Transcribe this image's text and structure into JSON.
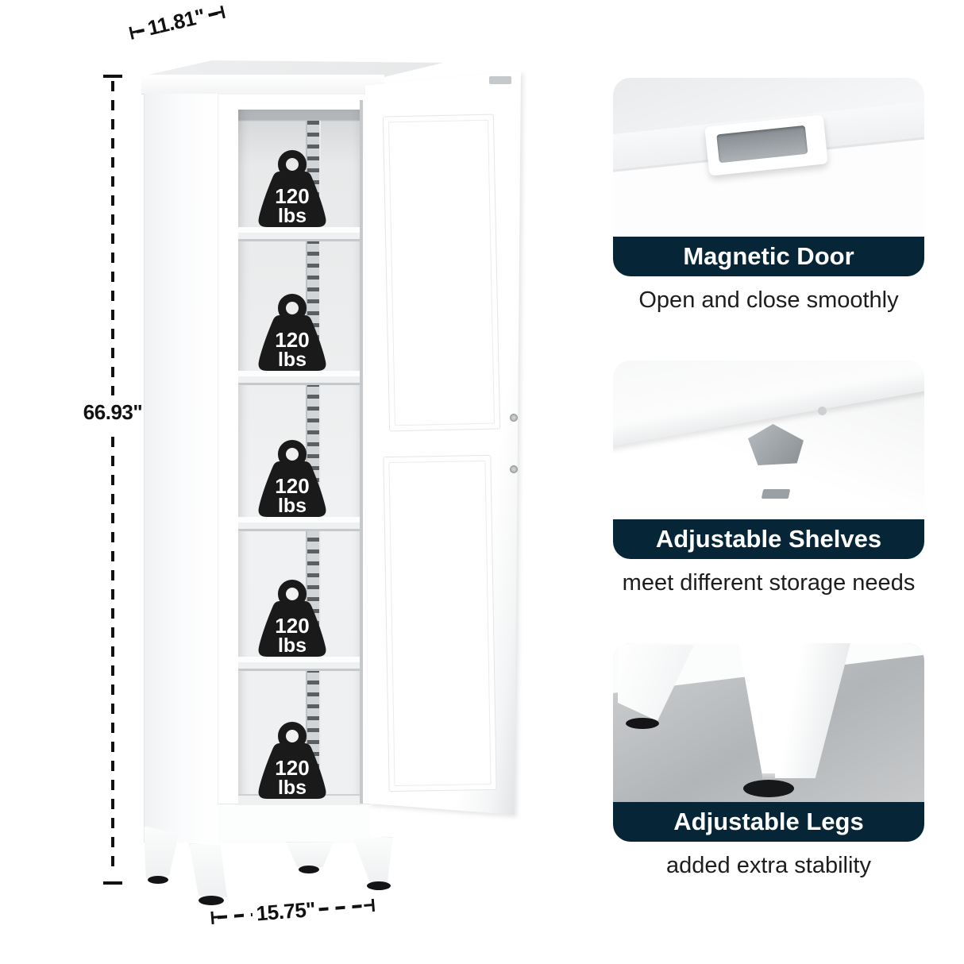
{
  "product_diagram": {
    "dimensions": {
      "depth_label": "11.81\"",
      "height_label": "66.93\"",
      "width_label": "15.75\""
    },
    "cabinet": {
      "shelf_capacities": [
        {
          "value": "120",
          "unit": "lbs"
        },
        {
          "value": "120",
          "unit": "lbs"
        },
        {
          "value": "120",
          "unit": "lbs"
        },
        {
          "value": "120",
          "unit": "lbs"
        },
        {
          "value": "120",
          "unit": "lbs"
        }
      ]
    }
  },
  "features": [
    {
      "title": "Magnetic Door",
      "caption": "Open and close smoothly"
    },
    {
      "title": "Adjustable Shelves",
      "caption": "meet different storage needs"
    },
    {
      "title": "Adjustable Legs",
      "caption": "added extra stability"
    }
  ],
  "colors": {
    "banner_background": "#062536",
    "banner_text": "#ffffff",
    "caption_text": "#1d1d1d",
    "annotation": "#111111",
    "weight_icon": "#1a1a1a"
  }
}
